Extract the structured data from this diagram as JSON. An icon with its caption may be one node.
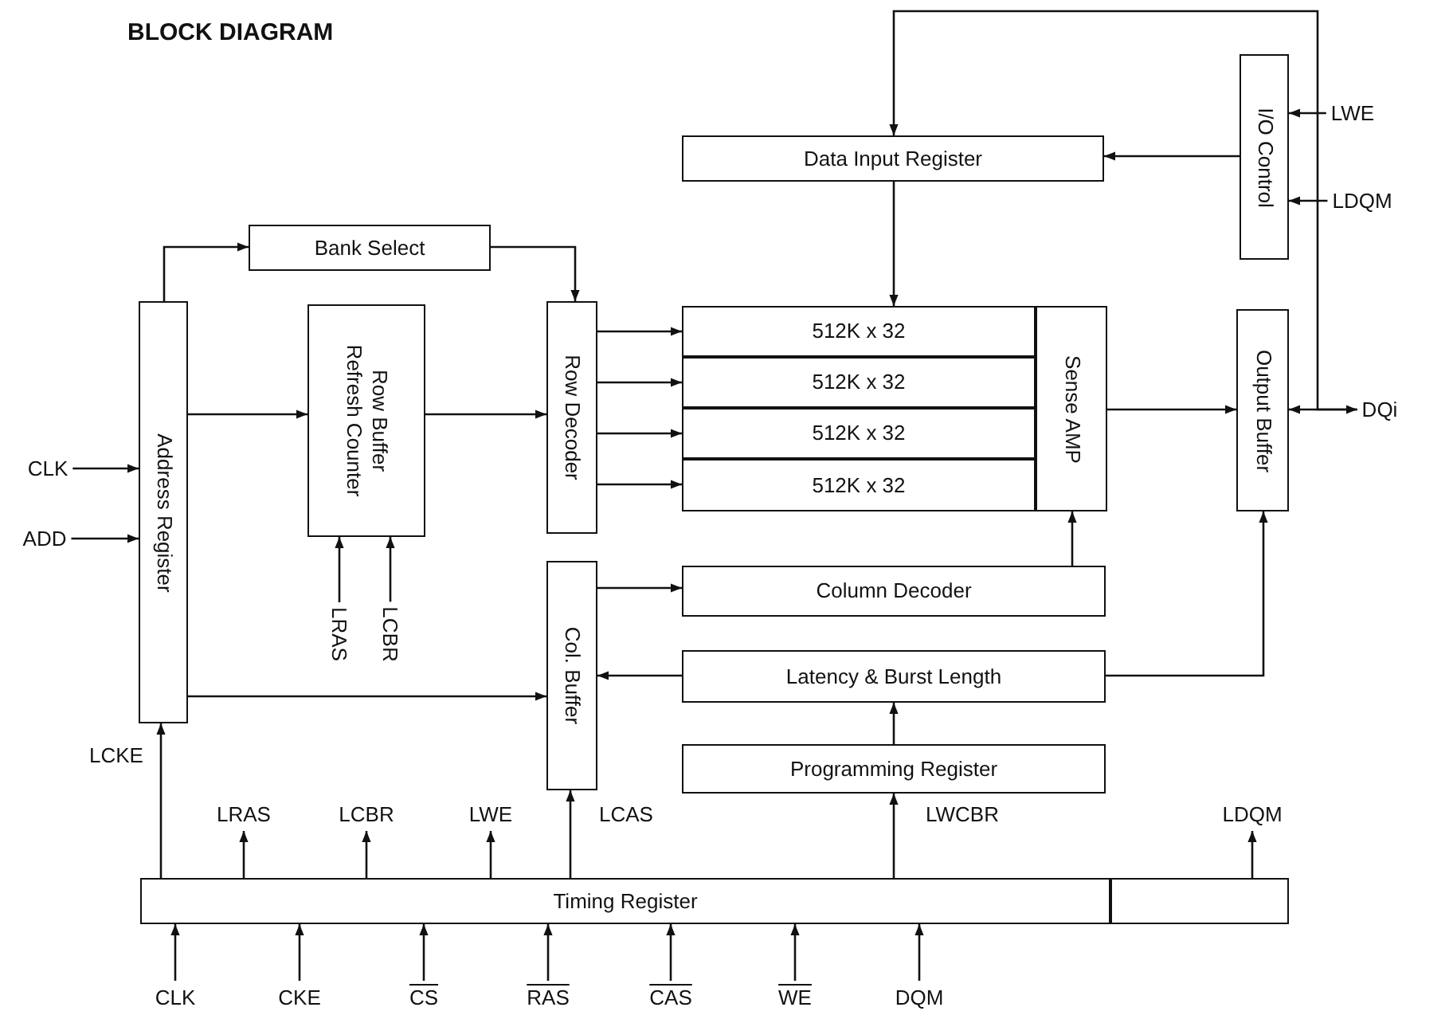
{
  "diagram": {
    "title": "BLOCK DIAGRAM",
    "nodes": [
      {
        "text": [
          "Bank Select"
        ]
      },
      {
        "text": [
          "Address Register"
        ]
      },
      {
        "text": [
          "Row Buffer",
          "Refresh Counter"
        ]
      },
      {
        "text": [
          "Row Decoder"
        ]
      },
      {
        "text": [
          "Col. Buffer"
        ]
      },
      {
        "text": [
          "Data Input Register"
        ]
      },
      {
        "text": [
          "I/O Control"
        ]
      },
      {
        "text": [
          "512K x 32"
        ]
      },
      {
        "text": [
          "512K x 32"
        ]
      },
      {
        "text": [
          "512K x 32"
        ]
      },
      {
        "text": [
          "512K x 32"
        ]
      },
      {
        "text": [
          "Sense AMP"
        ]
      },
      {
        "text": [
          "Output Buffer"
        ]
      },
      {
        "text": [
          "Column Decoder"
        ]
      },
      {
        "text": [
          "Latency & Burst Length"
        ]
      },
      {
        "text": [
          "Programming Register"
        ]
      },
      {
        "text": [
          "Timing Register"
        ]
      },
      {
        "text": [],
        "shape": "box"
      },
      {
        "text": [
          "CLK"
        ]
      },
      {
        "text": [
          "ADD"
        ]
      },
      {
        "text": [
          "LRAS"
        ]
      },
      {
        "text": [
          "LCBR"
        ]
      },
      {
        "text": [
          "LRAS"
        ]
      },
      {
        "text": [
          "LCBR"
        ]
      },
      {
        "text": [
          "LWE"
        ]
      },
      {
        "text": [
          "LDQM"
        ]
      },
      {
        "text": [
          "LWE"
        ]
      },
      {
        "text": [
          "LDQM"
        ]
      },
      {
        "text": [
          "DQi"
        ]
      },
      {
        "text": [
          "CLK"
        ]
      },
      {
        "text": [
          "CKE"
        ]
      },
      {
        "text": [
          "CS"
        ]
      },
      {
        "text": [
          "RAS"
        ]
      },
      {
        "text": [
          "CAS"
        ]
      },
      {
        "text": [
          "WE"
        ]
      },
      {
        "text": [
          "DQM"
        ]
      }
    ],
    "edges": [
      {
        "from": 1,
        "to": 0,
        "arrow": "to"
      },
      {
        "from": 0,
        "to": 3,
        "arrow": "to"
      },
      {
        "from": 1,
        "to": 2,
        "arrow": "to"
      },
      {
        "from": 2,
        "to": 3,
        "arrow": "to"
      },
      {
        "from": 3,
        "to": 7,
        "arrow": "to"
      },
      {
        "from": 3,
        "to": 8,
        "arrow": "to"
      },
      {
        "from": 3,
        "to": 9,
        "arrow": "to"
      },
      {
        "from": 3,
        "to": 10,
        "arrow": "to"
      },
      {
        "from": 1,
        "to": 4,
        "arrow": "to"
      },
      {
        "from": 4,
        "to": 13,
        "arrow": "to"
      },
      {
        "from": 14,
        "to": 4,
        "arrow": "to"
      },
      {
        "from": 13,
        "to": 11,
        "arrow": "to"
      },
      {
        "from": 14,
        "to": 12,
        "arrow": "to"
      },
      {
        "from": 15,
        "to": 14,
        "arrow": "to"
      },
      {
        "from": 5,
        "to": 7,
        "arrow": "to"
      },
      {
        "from": 6,
        "to": 5,
        "arrow": "to"
      },
      {
        "from": 26,
        "to": 6,
        "arrow": "to"
      },
      {
        "from": 27,
        "to": 6,
        "arrow": "to"
      },
      {
        "from": 11,
        "to": 12,
        "arrow": "to"
      },
      {
        "from": 12,
        "to": 28,
        "arrow": "both"
      },
      {
        "from": 28,
        "to": 5,
        "arrow": "to"
      },
      {
        "from": 16,
        "to": 1,
        "arrow": "to",
        "label": "LCKE"
      },
      {
        "from": 16,
        "to": 22,
        "arrow": "to"
      },
      {
        "from": 16,
        "to": 23,
        "arrow": "to"
      },
      {
        "from": 16,
        "to": 24,
        "arrow": "to"
      },
      {
        "from": 16,
        "to": 4,
        "arrow": "to",
        "label": "LCAS"
      },
      {
        "from": 16,
        "to": 15,
        "arrow": "to",
        "label": "LWCBR"
      },
      {
        "from": 17,
        "to": 25,
        "arrow": "to"
      },
      {
        "from": 29,
        "to": 16,
        "arrow": "to"
      },
      {
        "from": 30,
        "to": 16,
        "arrow": "to"
      },
      {
        "from": 31,
        "to": 16,
        "arrow": "to"
      },
      {
        "from": 32,
        "to": 16,
        "arrow": "to"
      },
      {
        "from": 33,
        "to": 16,
        "arrow": "to"
      },
      {
        "from": 34,
        "to": 16,
        "arrow": "to"
      },
      {
        "from": 35,
        "to": 16,
        "arrow": "to"
      },
      {
        "from": 20,
        "to": 2,
        "arrow": "to"
      },
      {
        "from": 21,
        "to": 2,
        "arrow": "to"
      },
      {
        "from": 18,
        "to": 1,
        "arrow": "to"
      },
      {
        "from": 19,
        "to": 1,
        "arrow": "to"
      }
    ]
  }
}
